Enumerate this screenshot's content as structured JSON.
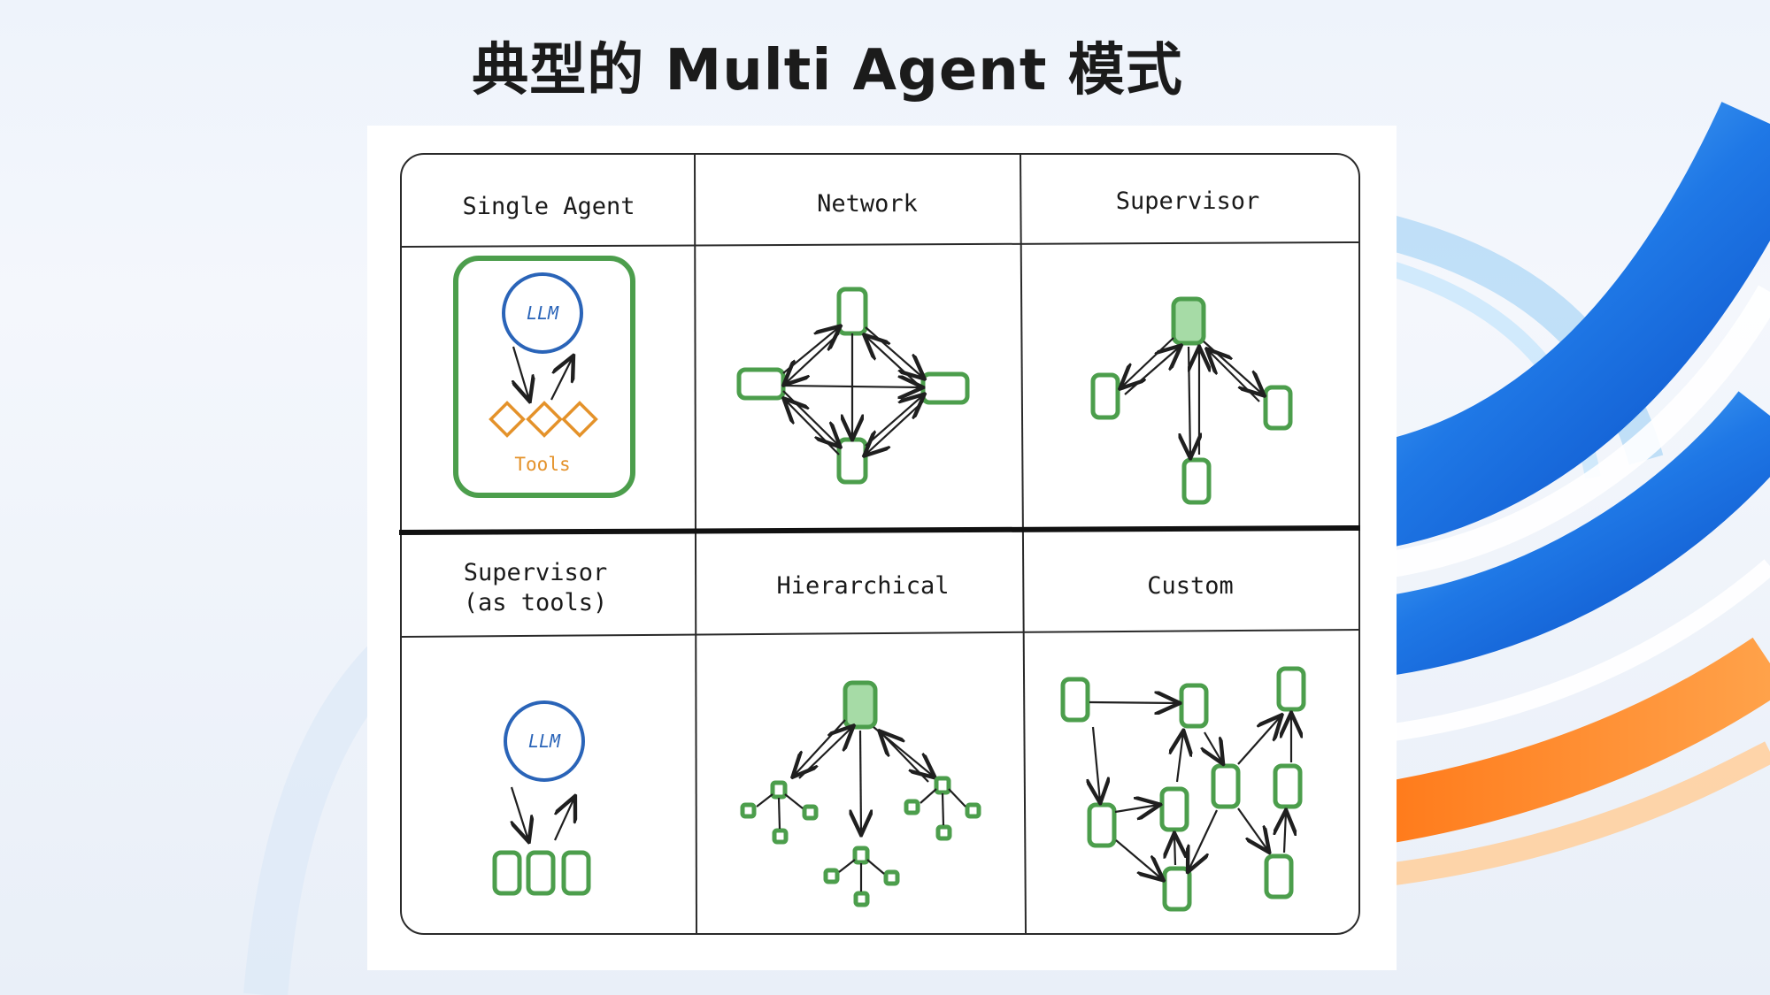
{
  "title": "典型的 Multi Agent 模式",
  "cells": [
    {
      "label": "Single Agent"
    },
    {
      "label": "Network"
    },
    {
      "label": "Supervisor"
    },
    {
      "label": "Supervisor\n(as tools)"
    },
    {
      "label": "Hierarchical"
    },
    {
      "label": "Custom"
    }
  ],
  "single_agent": {
    "llm": "LLM",
    "tools": "Tools"
  },
  "supervisor_tools": {
    "llm": "LLM"
  },
  "colors": {
    "agent": "#4c9e4c",
    "agent_fill": "#a6dba6",
    "llm": "#2a64b8",
    "tools": "#e4922a"
  }
}
